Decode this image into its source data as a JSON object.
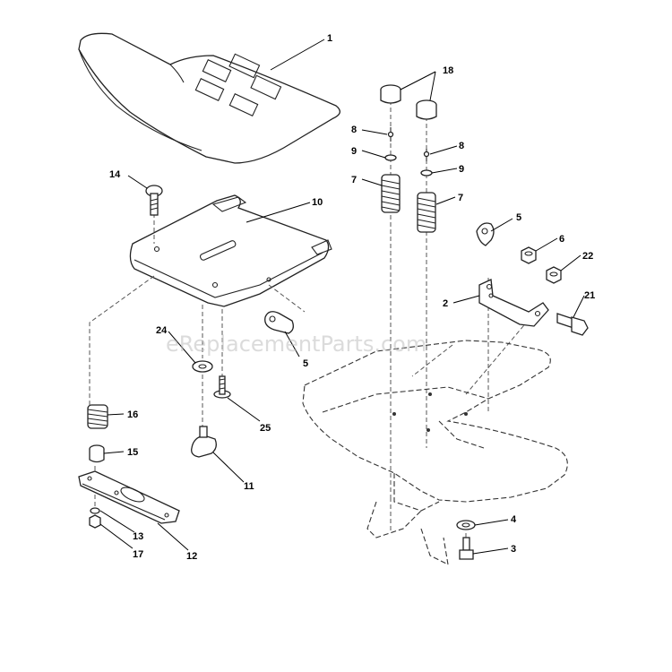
{
  "watermark": "eReplacementParts.com",
  "labels": {
    "p1": "1",
    "p2": "2",
    "p3": "3",
    "p4": "4",
    "p5a": "5",
    "p5b": "5",
    "p6": "6",
    "p7a": "7",
    "p7b": "7",
    "p8a": "8",
    "p8b": "8",
    "p9a": "9",
    "p9b": "9",
    "p10": "10",
    "p11": "11",
    "p12": "12",
    "p13": "13",
    "p14": "14",
    "p15": "15",
    "p16": "16",
    "p17": "17",
    "p18": "18",
    "p21": "21",
    "p22": "22",
    "p24": "24",
    "p25": "25"
  }
}
